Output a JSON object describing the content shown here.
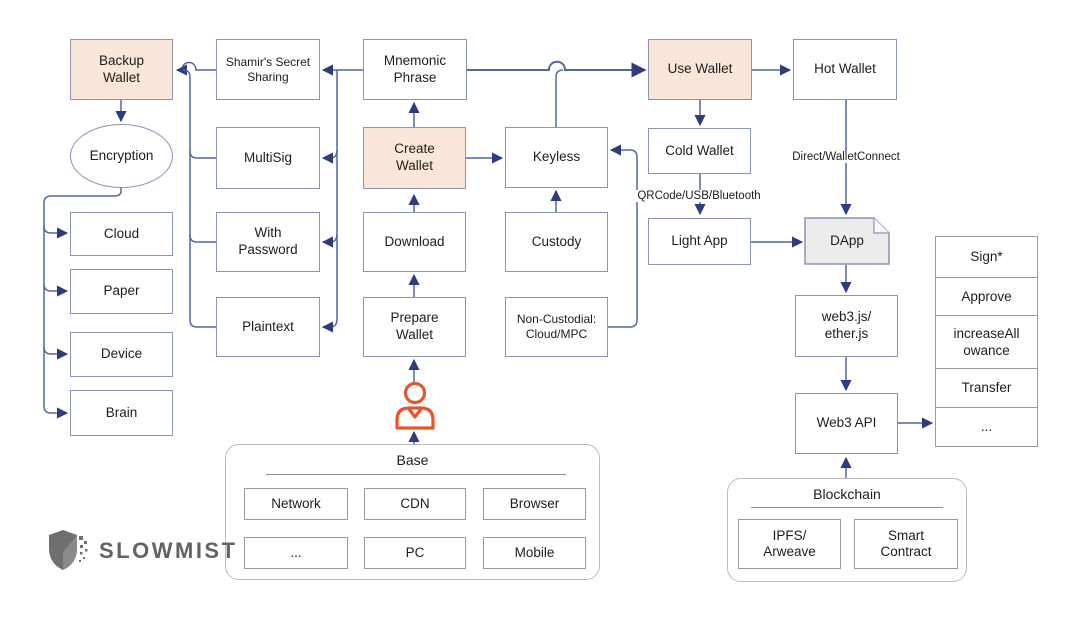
{
  "diagram": {
    "nodes": {
      "backup_wallet": "Backup\nWallet",
      "encryption": "Encryption",
      "cloud": "Cloud",
      "paper": "Paper",
      "device": "Device",
      "brain": "Brain",
      "shamir": "Shamir's Secret\nSharing",
      "multisig": "MultiSig",
      "with_password": "With\nPassword",
      "plaintext": "Plaintext",
      "mnemonic": "Mnemonic\nPhrase",
      "create_wallet": "Create\nWallet",
      "download": "Download",
      "prepare_wallet": "Prepare\nWallet",
      "keyless": "Keyless",
      "custody": "Custody",
      "non_custodial": "Non-Custodial:\nCloud/MPC",
      "use_wallet": "Use Wallet",
      "hot_wallet": "Hot Wallet",
      "cold_wallet": "Cold Wallet",
      "light_app": "Light App",
      "dapp": "DApp",
      "web3js": "web3.js/\nether.js",
      "web3_api": "Web3 API"
    },
    "edge_labels": {
      "qrcode": "QRCode/USB/Bluetooth",
      "direct": "Direct/WalletConnect"
    },
    "api_list": [
      "Sign*",
      "Approve",
      "increaseAll\nowance",
      "Transfer",
      "..."
    ],
    "base_group": {
      "title": "Base",
      "items": [
        "Network",
        "CDN",
        "Browser",
        "...",
        "PC",
        "Mobile"
      ]
    },
    "blockchain_group": {
      "title": "Blockchain",
      "items": [
        "IPFS/\nArweave",
        "Smart\nContract"
      ]
    },
    "colors": {
      "accent_fill": "#fbe7da",
      "node_border": "#8a94b5",
      "edge_line": "#55679f",
      "arrow_head": "#2c3c7e",
      "gray_border": "#9b9b9b",
      "person_orange": "#e8552d",
      "logo_gray": "#6e6e6e"
    }
  },
  "logo": {
    "text": "SLOWMIST"
  }
}
